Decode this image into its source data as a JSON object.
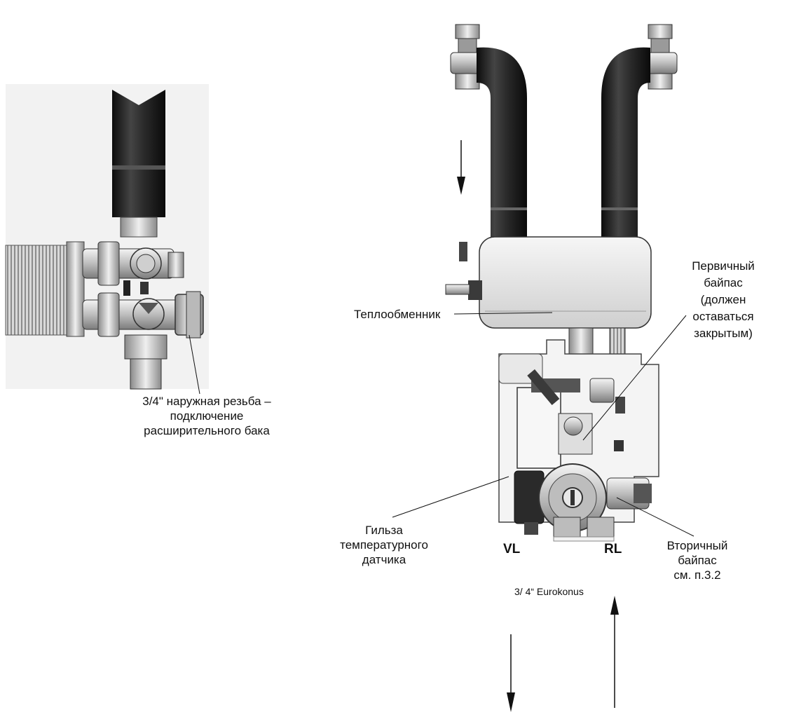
{
  "labels": {
    "expansion_line1": "3/4\" наружная резьба –",
    "expansion_line2": "подключение",
    "expansion_line3": "расширительного бака",
    "heat_exchanger": "Теплообменник",
    "primary_bypass_line1": "Первичный",
    "primary_bypass_line2": "байпас",
    "primary_bypass_line3": "(должен",
    "primary_bypass_line4": "оставаться",
    "primary_bypass_line5": "закрытым)",
    "sensor_line1": "Гильза",
    "sensor_line2": "температурного",
    "sensor_line3": "датчика",
    "secondary_bypass_line1": "Вторичный",
    "secondary_bypass_line2": "байпас",
    "secondary_bypass_line3": "см. п.3.2",
    "vl": "VL",
    "rl": "RL",
    "eurokonus": "3/ 4“  Eurokonus"
  },
  "colors": {
    "background": "#ffffff",
    "pipe_dark": "#1e1e1e",
    "panel_gray": "#f2f2f2",
    "metal_light": "#d8d8d8",
    "metal_dark": "#7a7a7a",
    "line": "#111111"
  }
}
